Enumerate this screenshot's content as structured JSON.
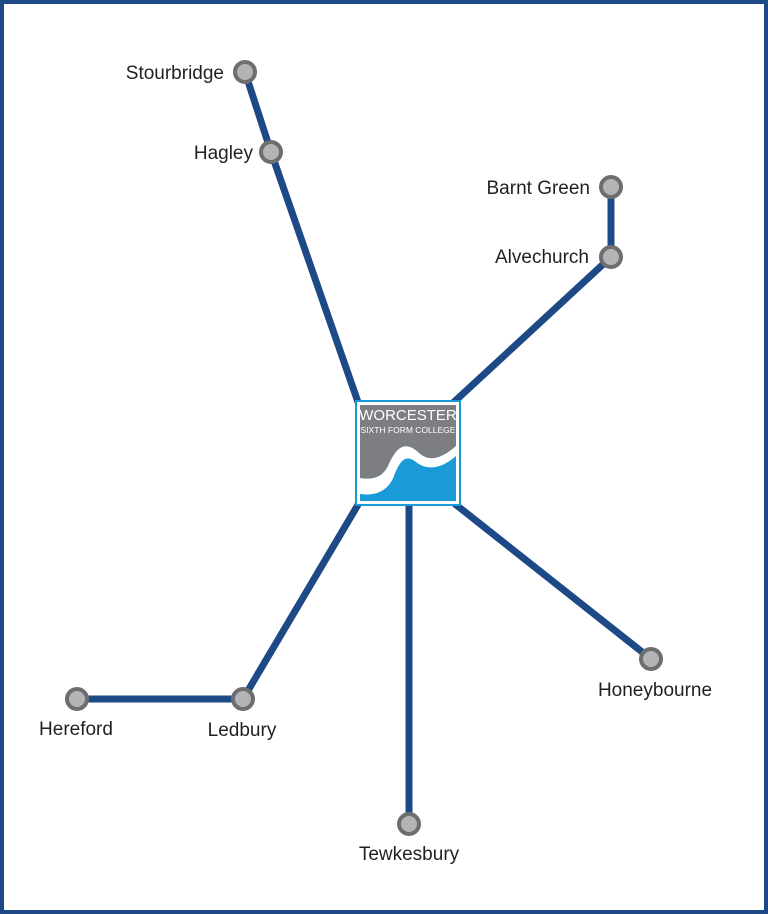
{
  "colors": {
    "line": "#1d4a86",
    "border": "#1d4a86",
    "station_fill": "#b3b4b6",
    "station_stroke": "#6d6e70",
    "logo_grey": "#7d7e81",
    "logo_blue": "#1a9ad9"
  },
  "logo": {
    "line1": "WORCESTER",
    "line2": "SIXTH FORM COLLEGE"
  },
  "stations": {
    "stourbridge": "Stourbridge",
    "hagley": "Hagley",
    "barnt_green": "Barnt Green",
    "alvechurch": "Alvechurch",
    "honeybourne": "Honeybourne",
    "tewkesbury": "Tewkesbury",
    "ledbury": "Ledbury",
    "hereford": "Hereford"
  }
}
